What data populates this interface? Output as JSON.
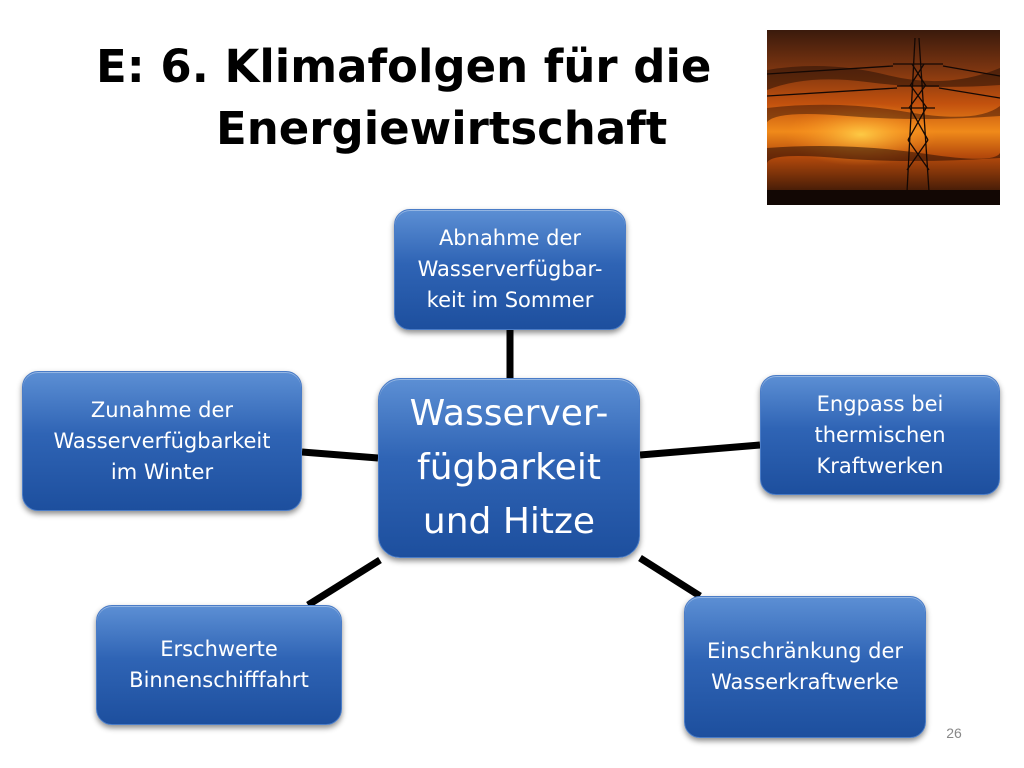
{
  "slide": {
    "title_line1": "E: 6. Klimafolgen für die",
    "title_line2": "Energiewirtschaft",
    "page_number": "26"
  },
  "diagram": {
    "center": {
      "lines": [
        "Wasserver-",
        "fügbarkeit",
        "und Hitze"
      ]
    },
    "nodes": {
      "top": {
        "lines": [
          "Abnahme der",
          "Wasserverfügbar-",
          "keit im Sommer"
        ]
      },
      "left": {
        "lines": [
          "Zunahme der",
          "Wasserverfügbarkeit",
          "im Winter"
        ]
      },
      "right": {
        "lines": [
          "Engpass bei",
          "thermischen",
          "Kraftwerken"
        ]
      },
      "bottom_left": {
        "lines": [
          "Erschwerte",
          "Binnenschifffahrt"
        ]
      },
      "bottom_right": {
        "lines": [
          "Einschränkung der",
          "Wasserkraftwerke"
        ]
      }
    }
  },
  "colors": {
    "node_fill": "#2f64b5",
    "node_text": "#ffffff",
    "connector": "#000000"
  }
}
